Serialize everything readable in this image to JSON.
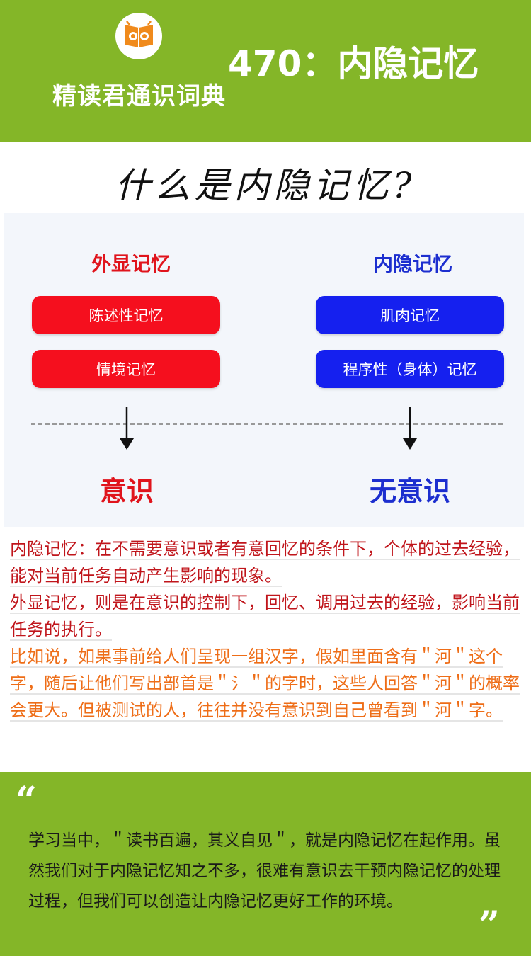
{
  "header": {
    "brand": "精读君通识词典",
    "title": "470：内隐记忆",
    "logo_icon": "book-owl-icon",
    "colors": {
      "background": "#84b628",
      "text": "#ffffff"
    }
  },
  "handwritten_heading": "什么是内隐记忆?",
  "diagram": {
    "left": {
      "title": "外显记忆",
      "items": [
        "陈述性记忆",
        "情境记忆"
      ],
      "result": "意识",
      "color": "#f50f1e"
    },
    "right": {
      "title": "内隐记忆",
      "items": [
        "肌肉记忆",
        "程序性（身体）记忆"
      ],
      "result": "无意识",
      "color": "#1520ef"
    }
  },
  "paragraphs": [
    "内隐记忆：在不需要意识或者有意回忆的条件下，个体的过去经验，能对当前任务自动产生影响的现象。",
    "外显记忆，则是在意识的控制下，回忆、调用过去的经验，影响当前任务的执行。",
    "比如说，如果事前给人们呈现一组汉字，假如里面含有＂河＂这个字，随后让他们写出部首是＂氵＂的字时，这些人回答＂河＂的概率会更大。但被测试的人，往往并没有意识到自己曾看到＂河＂字。"
  ],
  "quote": {
    "open": "“",
    "text": "学习当中，＂读书百遍，其义自见＂，就是内隐记忆在起作用。虽然我们对于内隐记忆知之不多，很难有意识去干预内隐记忆的处理过程，但我们可以创造让内隐记忆更好工作的环境。",
    "close": "”"
  }
}
